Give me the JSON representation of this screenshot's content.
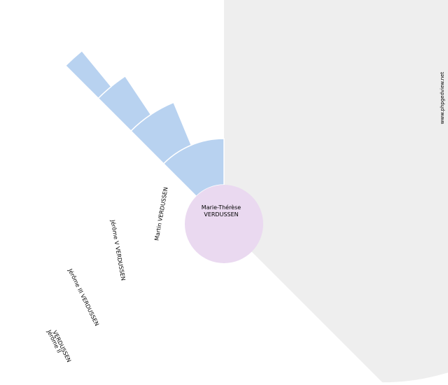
{
  "watermark": "www.phpgedview.net",
  "root": {
    "first": "Marie-Thérèse",
    "last": "VERDUSSEN"
  },
  "ancestors": [
    {
      "generation": 1,
      "name": "Martin VERDUSSEN"
    },
    {
      "generation": 2,
      "name": "Jérôme V VERDUSSEN"
    },
    {
      "generation": 3,
      "name": "Jérôme III VERDUSSEN"
    },
    {
      "generation": 4,
      "line1": "Jérôme II",
      "line2": "VERDUSSEN"
    }
  ],
  "colors": {
    "background_fan": "#eeeeee",
    "ancestor_box": "#b8d2f0",
    "root_circle": "#ead9f0",
    "border": "#ffffff"
  }
}
